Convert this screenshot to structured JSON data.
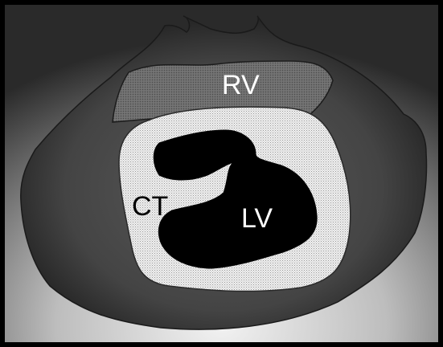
{
  "labels": {
    "rv": "RV",
    "ct": "CT",
    "lv": "LV"
  },
  "colors": {
    "frame_border": "#000000",
    "background_light": "#e8e8e8",
    "background_dark": "#262626",
    "body_outer": "#4a4a4a",
    "body_inner": "#141414",
    "rv_fill": "#6a6a6a",
    "ct_fill": "#e6e6e6",
    "lv_fill": "#000000",
    "label_dark": "#000000",
    "label_light": "#ffffff"
  }
}
